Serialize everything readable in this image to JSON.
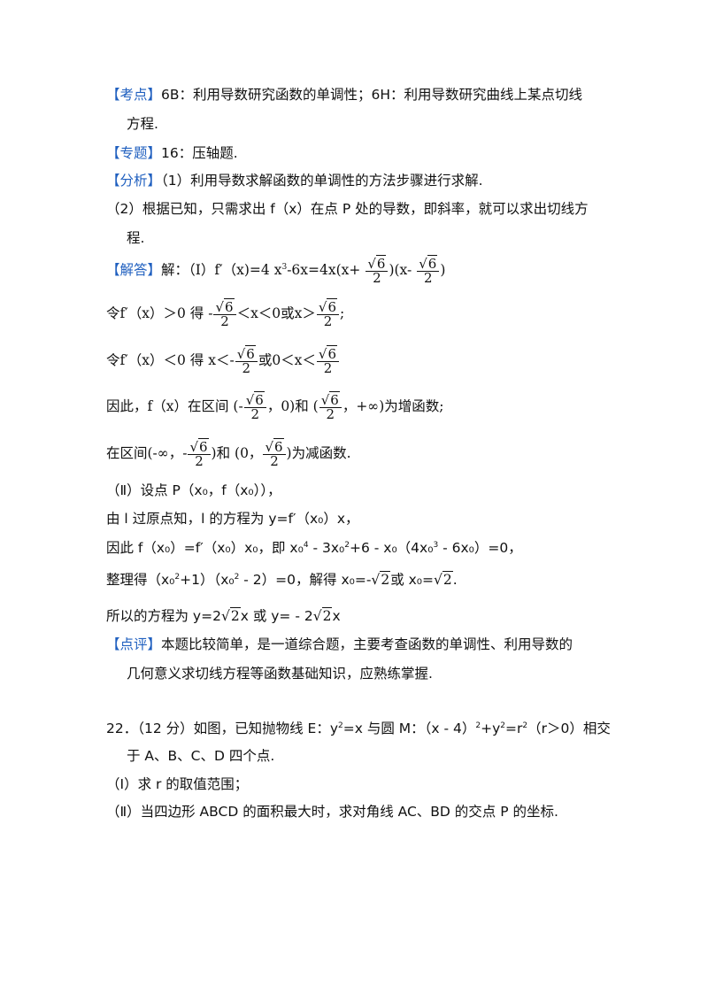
{
  "kaodian": {
    "tag": "【考点】",
    "text": "6B：利用导数研究函数的单调性；6H：利用导数研究曲线上某点切线",
    "cont": "方程."
  },
  "zhuanti": {
    "tag": "【专题】",
    "text": "16：压轴题."
  },
  "fenxi": {
    "tag": "【分析】",
    "text": "（1）利用导数求解函数的单调性的方法步骤进行求解.",
    "line2": "（2）根据已知，只需求出 f（x）在点 P 处的导数，即斜率，就可以求出切线方",
    "cont": "程."
  },
  "jieda": {
    "tag": "【解答】",
    "l1_pre": "解：（Ⅰ）f′（x)=4 x",
    "l1_exp": "3",
    "l1_mid": "-6x=4x(x+",
    "l1_mid2": ")(x-",
    "l1_end": ")",
    "sqrt6": "6",
    "two": "2",
    "l2_pre": "令f′（x）＞0 得 -",
    "l2_mid": "＜x＜0或x＞",
    "l2_end": ";",
    "l3_pre": "令f′（x）＜0 得 x＜-",
    "l3_mid": "或0＜x＜",
    "l4_pre": "因此，f（x）在区间 (-",
    "l4_mid": "，0)和 (",
    "l4_end": "，+∞)为增函数;",
    "l5_pre": "在区间(-∞，-",
    "l5_mid": ")和 (0，",
    "l5_end": ")为减函数.",
    "l6": "（Ⅱ）设点 P（x₀，f（x₀）），",
    "l7": "由 l 过原点知，l 的方程为 y=f′（x₀）x，",
    "l8_a": "因此 f（x₀）=f′（x₀）x₀，即 x₀",
    "l8_b": "4",
    "l8_c": " - 3x₀",
    "l8_d": "2",
    "l8_e": "+6 - x₀（4x₀",
    "l8_f": "3",
    "l8_g": " - 6x₀）=0，",
    "l9_a": "整理得（x₀",
    "l9_b": "2",
    "l9_c": "+1）（x₀",
    "l9_d": "2",
    "l9_e": " - 2）=0，解得 x₀=-",
    "l9_f": "或 x₀=",
    "l9_g": ".",
    "rad2": "2",
    "l10_a": "所以的方程为 y=2",
    "l10_b": "x 或 y= - 2",
    "l10_c": "x"
  },
  "dianping": {
    "tag": "【点评】",
    "text": "本题比较简单，是一道综合题，主要考查函数的单调性、利用导数的",
    "cont": "几何意义求切线方程等函数基础知识，应熟练掌握."
  },
  "q22": {
    "l1_a": "22．（12 分）如图，已知抛物线 E：y",
    "l1_b": "2",
    "l1_c": "=x 与圆 M：（x - 4）",
    "l1_d": "2",
    "l1_e": "+y",
    "l1_f": "2",
    "l1_g": "=r",
    "l1_h": "2",
    "l1_i": "（r＞0）相交",
    "l2": "于 A、B、C、D 四个点.",
    "l3": "（Ⅰ）求 r 的取值范围；",
    "l4": "（Ⅱ）当四边形 ABCD 的面积最大时，求对角线 AC、BD 的交点 P 的坐标."
  },
  "colors": {
    "tag": "#1f5fbf",
    "text": "#111111"
  }
}
